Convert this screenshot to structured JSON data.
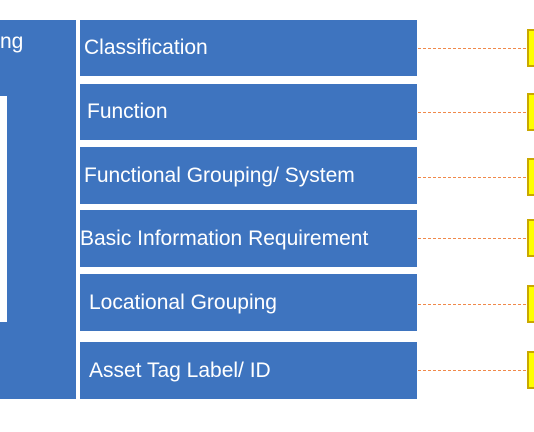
{
  "left_panel": {
    "label_fragment": "ng"
  },
  "categories": [
    "Classification",
    "Function",
    "Functional Grouping/ System",
    "Basic Information Requirement",
    "Locational Grouping",
    "Asset Tag Label/ ID"
  ],
  "colors": {
    "band": "#3e74bf",
    "connector": "#f0894a",
    "marker_fill": "#ffff00",
    "marker_border": "#c9a800"
  }
}
